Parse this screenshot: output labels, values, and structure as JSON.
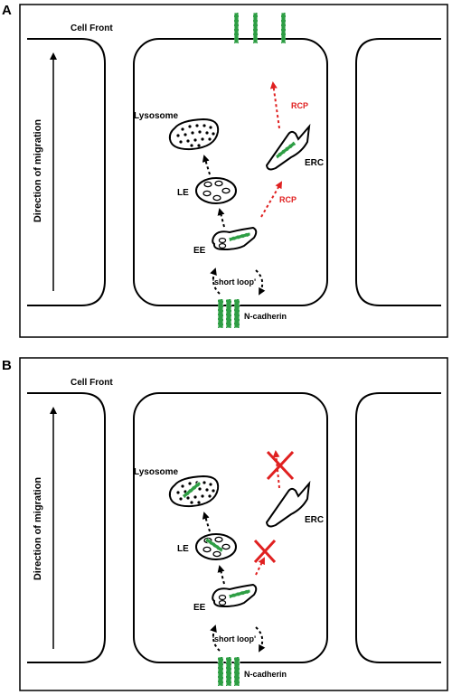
{
  "panels": [
    {
      "letter": "A",
      "cell_front": "Cell Front",
      "direction": "Direction of migration",
      "labels": {
        "lysosome": "Lysosome",
        "le": "LE",
        "ee": "EE",
        "erc": "ERC",
        "rcp_upper": "RCP",
        "rcp_lower": "RCP",
        "short_loop": "'short loop'",
        "ncadherin": "N-cadherin"
      },
      "rcp_pathway_blocked": false
    },
    {
      "letter": "B",
      "cell_front": "Cell Front",
      "direction": "Direction of migration",
      "labels": {
        "lysosome": "Lysosome",
        "le": "LE",
        "ee": "EE",
        "erc": "ERC",
        "short_loop": "'short loop'",
        "ncadherin": "N-cadherin"
      },
      "rcp_pathway_blocked": true
    }
  ],
  "colors": {
    "outline": "#000000",
    "cadherin": "#2e9e44",
    "rcp": "#e02020"
  }
}
